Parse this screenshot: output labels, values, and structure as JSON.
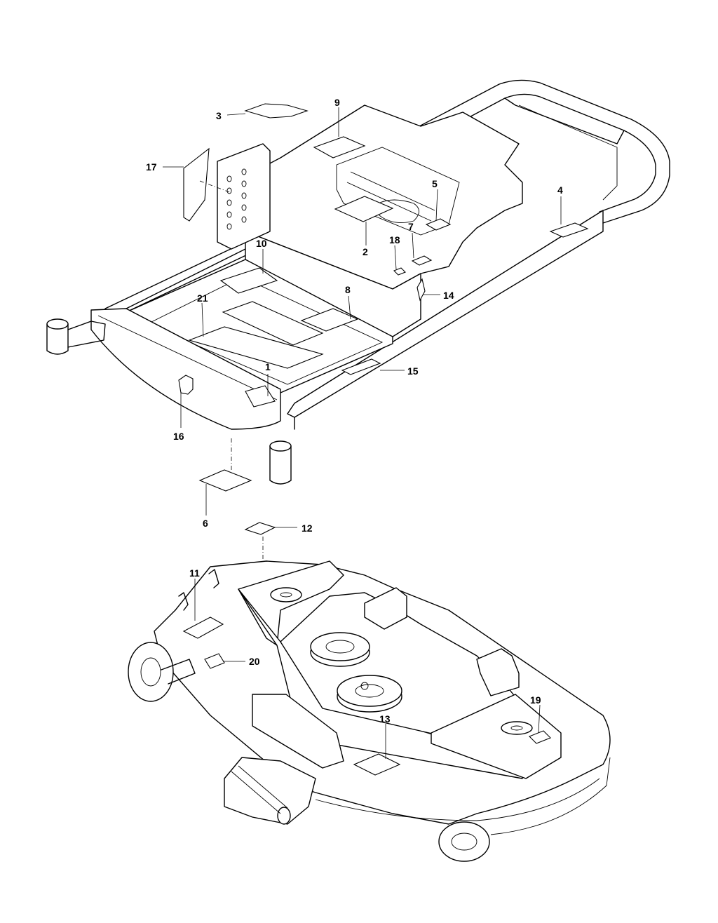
{
  "diagram": {
    "callouts": [
      {
        "id": "c1",
        "label": "1"
      },
      {
        "id": "c2",
        "label": "2"
      },
      {
        "id": "c3",
        "label": "3"
      },
      {
        "id": "c4",
        "label": "4"
      },
      {
        "id": "c5",
        "label": "5"
      },
      {
        "id": "c6",
        "label": "6"
      },
      {
        "id": "c7",
        "label": "7"
      },
      {
        "id": "c8",
        "label": "8"
      },
      {
        "id": "c9",
        "label": "9"
      },
      {
        "id": "c10",
        "label": "10"
      },
      {
        "id": "c11",
        "label": "11"
      },
      {
        "id": "c12",
        "label": "12"
      },
      {
        "id": "c13",
        "label": "13"
      },
      {
        "id": "c14",
        "label": "14"
      },
      {
        "id": "c15",
        "label": "15"
      },
      {
        "id": "c16",
        "label": "16"
      },
      {
        "id": "c17",
        "label": "17"
      },
      {
        "id": "c18",
        "label": "18"
      },
      {
        "id": "c19",
        "label": "19"
      },
      {
        "id": "c20",
        "label": "20"
      },
      {
        "id": "c21",
        "label": "21"
      }
    ]
  }
}
